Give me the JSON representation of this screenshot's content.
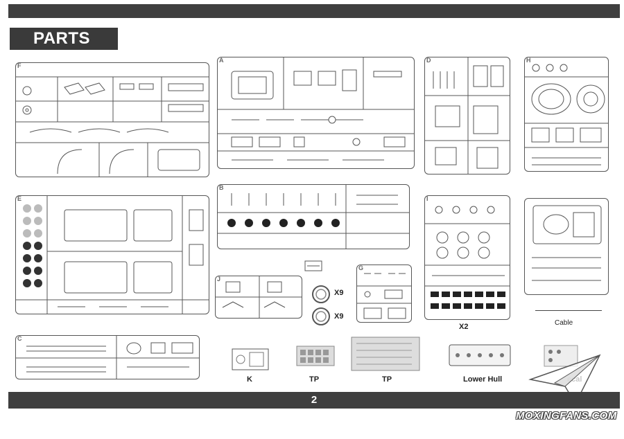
{
  "page": {
    "heading": "PARTS",
    "page_number": "2"
  },
  "sprues": [
    {
      "id": "F",
      "letter": "F"
    },
    {
      "id": "A",
      "letter": "A"
    },
    {
      "id": "D",
      "letter": "D"
    },
    {
      "id": "E",
      "letter": "E"
    },
    {
      "id": "B",
      "letter": "B"
    },
    {
      "id": "J",
      "letter": "J"
    },
    {
      "id": "G",
      "letter": "G"
    },
    {
      "id": "H",
      "letter": "H"
    },
    {
      "id": "I",
      "letter": "I"
    },
    {
      "id": "C",
      "letter": "C"
    }
  ],
  "quantities": {
    "wheel_1": "X9",
    "wheel_2": "X9",
    "track_sprue": "X2"
  },
  "labels": {
    "cable": "Cable",
    "k": "K",
    "tp1": "TP",
    "tp2": "TP",
    "lower_hull": "Lower Hull",
    "decal": "ecal"
  },
  "watermark": {
    "text": "MOXINGFANS.COM"
  },
  "colors": {
    "bar": "#3f3f3f",
    "line": "#555555"
  }
}
